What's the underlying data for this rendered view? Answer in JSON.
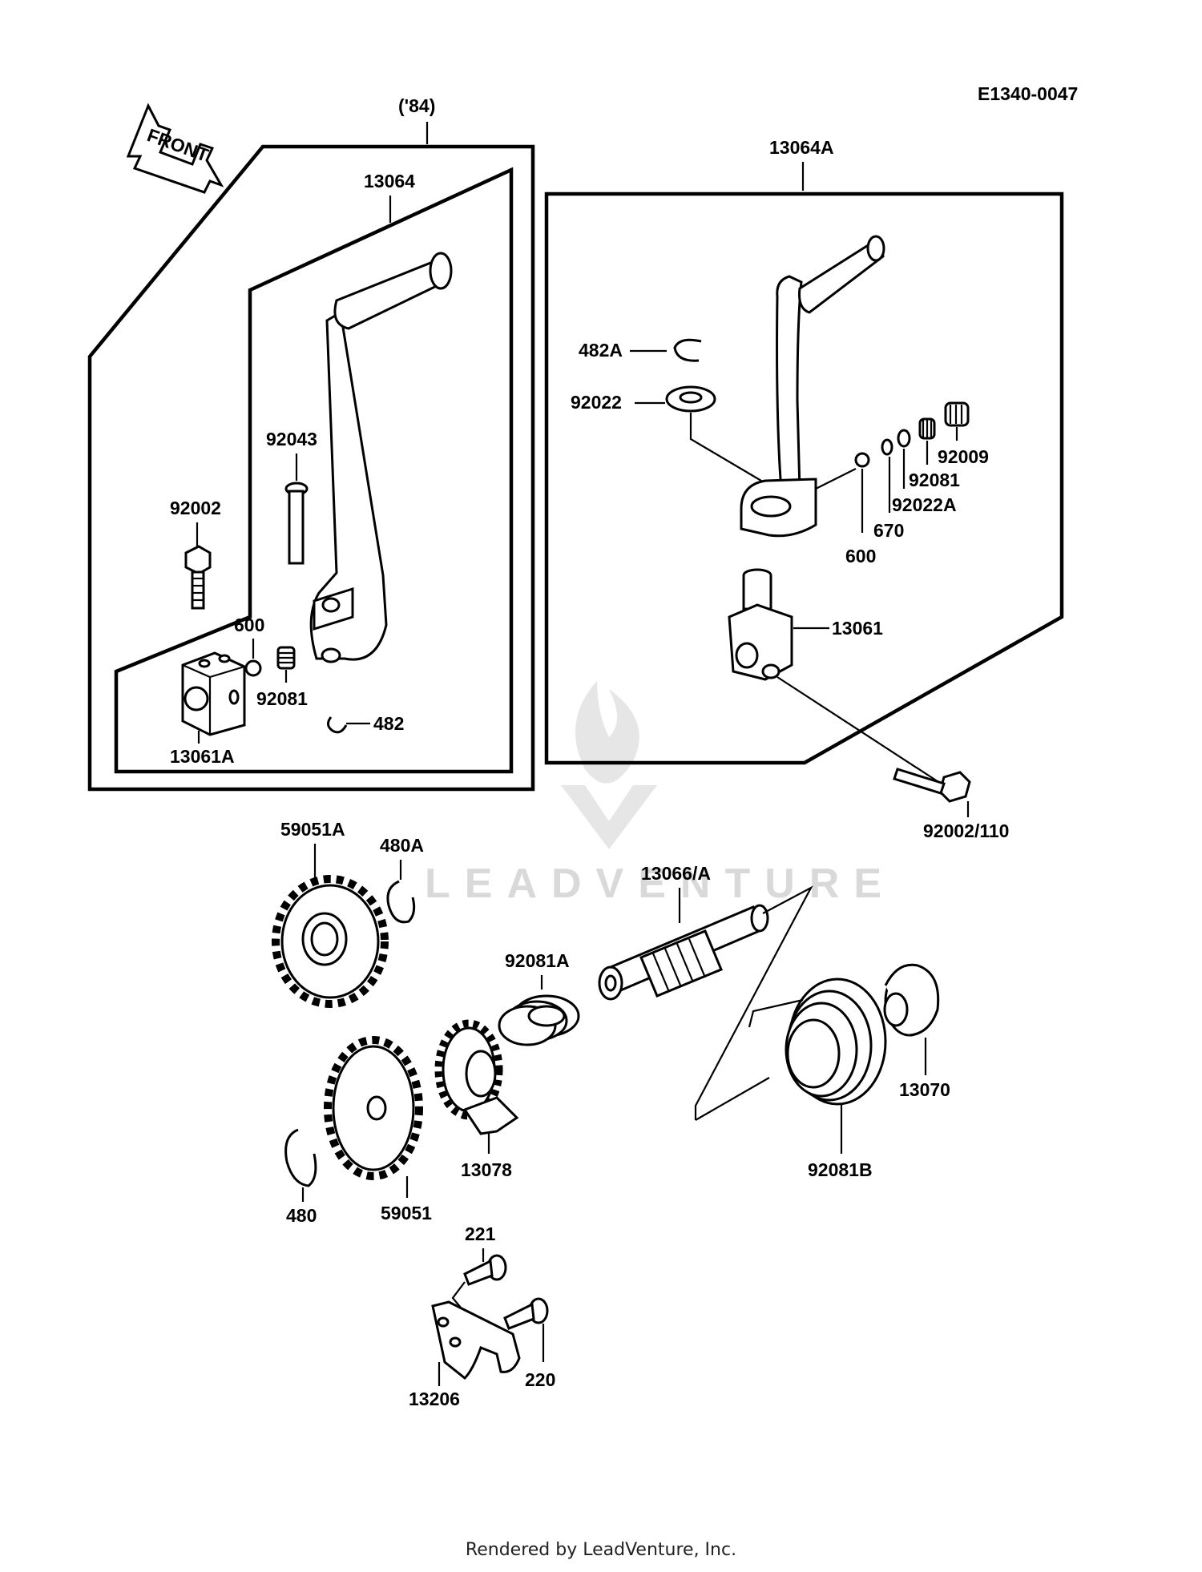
{
  "diagram_code": "E1340-0047",
  "year_tag": "('84)",
  "front_arrow": "FRONT",
  "watermark": "LEADVENTURE",
  "footer": "Rendered by LeadVenture, Inc.",
  "labels": {
    "p13064": "13064",
    "p13064A": "13064A",
    "p482A": "482A",
    "p92022": "92022",
    "p92043": "92043",
    "p92002": "92002",
    "p600_left": "600",
    "p92081_left": "92081",
    "p482": "482",
    "p13061A": "13061A",
    "p92009": "92009",
    "p92081_right": "92081",
    "p92022A": "92022A",
    "p670": "670",
    "p600_right": "600",
    "p13061": "13061",
    "p92002_110": "92002/110",
    "p59051A": "59051A",
    "p480A": "480A",
    "p13066A": "13066/A",
    "p92081A": "92081A",
    "p13070": "13070",
    "p92081B": "92081B",
    "p13078": "13078",
    "p480": "480",
    "p59051": "59051",
    "p221": "221",
    "p220": "220",
    "p13206": "13206"
  }
}
